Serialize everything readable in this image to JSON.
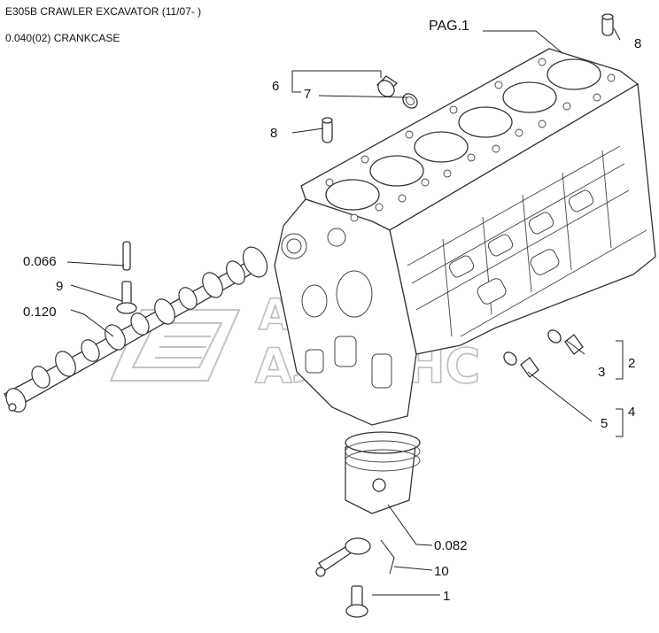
{
  "header": {
    "line1": "E305B CRAWLER EXCAVATOR (11/07- )",
    "line2": "0.040(02) CRANKCASE"
  },
  "watermark": {
    "line1": "АВТО",
    "line2": "АЛЬЯНС"
  },
  "callouts": {
    "pag": "PAG.1",
    "c8_top": "8",
    "c6": "6",
    "c7": "7",
    "c8_mid": "8",
    "c0066": "0.066",
    "c9": "9",
    "c0120": "0.120",
    "c2": "2",
    "c3": "3",
    "c4": "4",
    "c5": "5",
    "c0082": "0.082",
    "c10": "10",
    "c1": "1"
  }
}
